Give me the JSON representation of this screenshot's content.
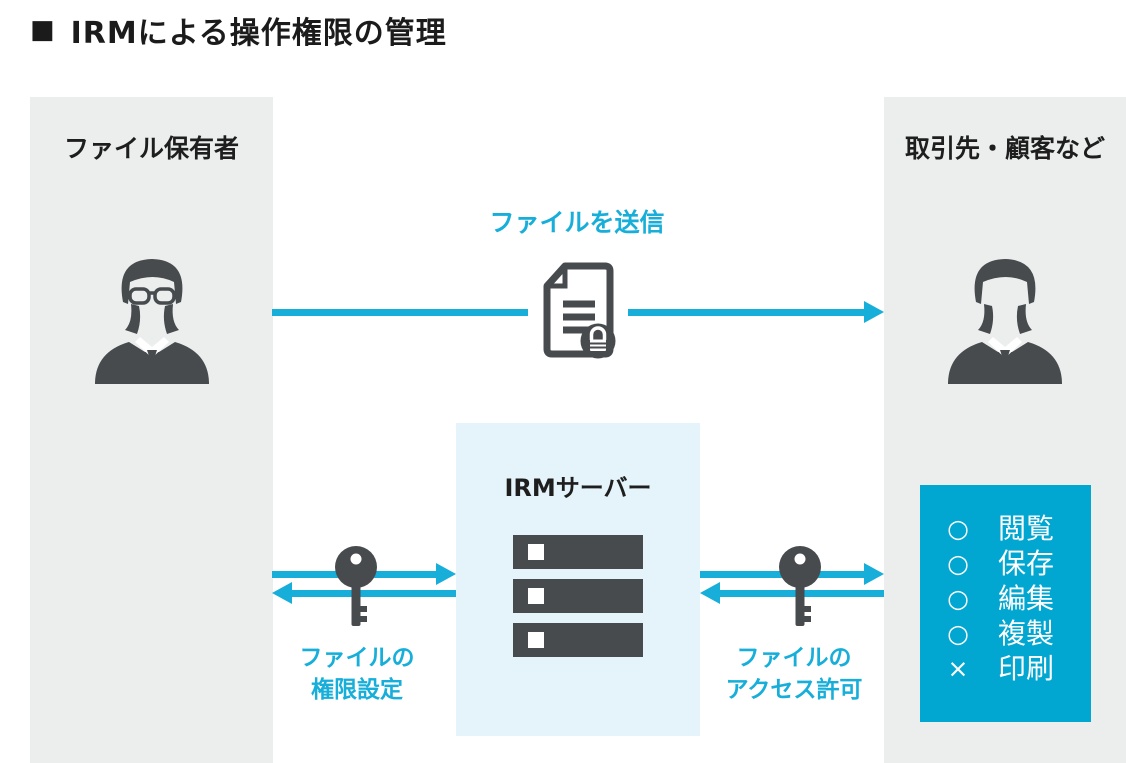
{
  "title": {
    "bullet": "■",
    "text": "IRMによる操作権限の管理"
  },
  "left_panel": {
    "label": "ファイル保有者"
  },
  "right_panel": {
    "label": "取引先・顧客など"
  },
  "send_flow": {
    "label": "ファイルを送信"
  },
  "irm_server": {
    "label": "IRMサーバー"
  },
  "left_key": {
    "label_line1": "ファイルの",
    "label_line2": "権限設定"
  },
  "right_key": {
    "label_line1": "ファイルの",
    "label_line2": "アクセス許可"
  },
  "permissions": {
    "items": [
      {
        "mark": "○",
        "label": "閲覧"
      },
      {
        "mark": "○",
        "label": "保存"
      },
      {
        "mark": "○",
        "label": "編集"
      },
      {
        "mark": "○",
        "label": "複製"
      },
      {
        "mark": "×",
        "label": "印刷"
      }
    ]
  },
  "icons": {
    "left_person": "businessman-with-glasses-icon",
    "right_person": "businessman-icon",
    "file": "locked-document-icon",
    "server": "server-rack-icon",
    "key": "key-icon"
  },
  "colors": {
    "accent": "#17aed9",
    "dark": "#474b4e",
    "panel_bg": "#eceeee",
    "server_bg": "#e5f3fa",
    "perm_bg": "#02a7d1"
  }
}
